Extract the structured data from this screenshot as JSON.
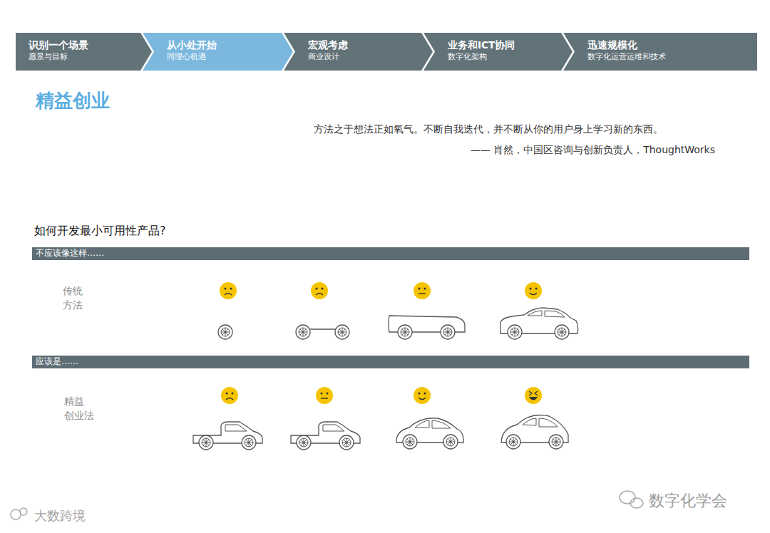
{
  "diagram": {
    "title": "精益创业",
    "nodes": [
      {
        "text": [
          "识别一个场景",
          "愿景与目标"
        ]
      },
      {
        "text": [
          "从小处开始",
          "同理心机遇"
        ]
      },
      {
        "text": [
          "宏观考虑",
          "商业设计"
        ]
      },
      {
        "text": [
          "业务和ICT协同",
          "数字化架构"
        ]
      },
      {
        "text": [
          "迅速规模化",
          "数字化运营运维和技术"
        ]
      },
      {
        "text": [
          "不应该像这样……"
        ]
      },
      {
        "text": [
          "应该是……"
        ]
      }
    ],
    "labels": [
      "方法之于想法正如氧气。不断自我迭代，并不断从你的用户身上学习新的东西。",
      "—— 肖然，中国区咨询与创新负责人，ThoughtWorks",
      "如何开发最小可用性产品?",
      "传统 方法",
      "精益 创业法",
      "数字化学会",
      "大数跨境"
    ]
  }
}
